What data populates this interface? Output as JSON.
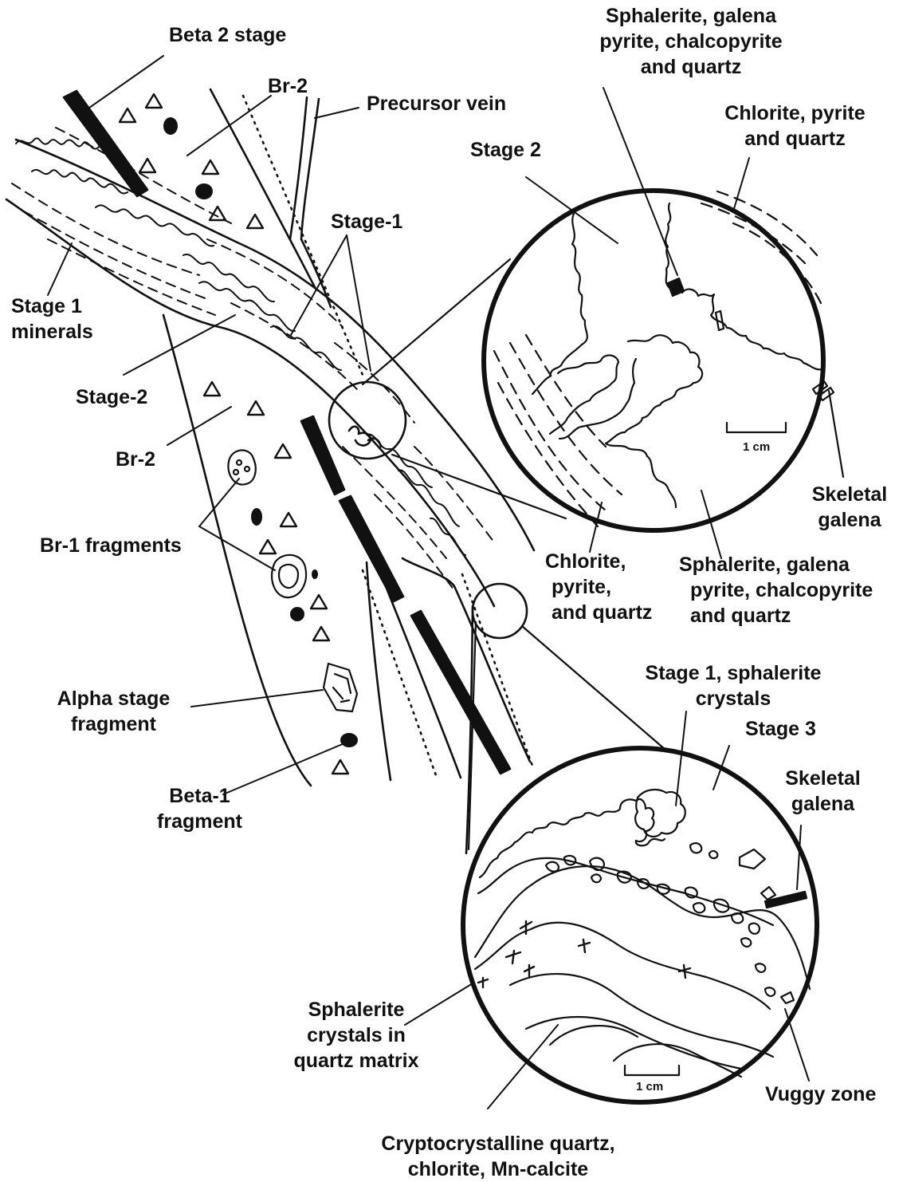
{
  "labels": {
    "beta2_stage": "Beta 2 stage",
    "br2_top": "Br-2",
    "precursor_vein": "Precursor vein",
    "stage1_top": "Stage-1",
    "stage1_minerals": [
      "Stage 1",
      "minerals"
    ],
    "stage2_left": "Stage-2",
    "br2_left": "Br-2",
    "br1_fragments": "Br-1 fragments",
    "alpha_fragment": [
      "Alpha stage",
      "fragment"
    ],
    "beta1_fragment": [
      "Beta-1",
      "fragment"
    ]
  },
  "upper_inset": {
    "stage2": "Stage 2",
    "minerals_top": [
      "Sphalerite, galena",
      "pyrite, chalcopyrite",
      "and quartz"
    ],
    "chlorite_top": [
      "Chlorite, pyrite",
      "and quartz"
    ],
    "skeletal_galena": [
      "Skeletal",
      "galena"
    ],
    "chlorite_bottom": [
      "Chlorite,",
      "pyrite,",
      "and quartz"
    ],
    "minerals_bottom": [
      "Sphalerite, galena",
      "pyrite, chalcopyrite",
      "and quartz"
    ],
    "scale": "1 cm"
  },
  "lower_inset": {
    "stage1_sphalerite": [
      "Stage 1,  sphalerite",
      "crystals"
    ],
    "stage3": "Stage 3",
    "skeletal_galena": [
      "Skeletal",
      "galena"
    ],
    "sphalerite_matrix": [
      "Sphalerite",
      "crystals in",
      "quartz matrix"
    ],
    "vuggy_zone": "Vuggy zone",
    "crypto": [
      "Cryptocrystalline quartz,",
      "chlorite, Mn-calcite"
    ],
    "scale": "1 cm"
  },
  "colors": {
    "ink": "#111111",
    "paper": "#ffffff"
  }
}
